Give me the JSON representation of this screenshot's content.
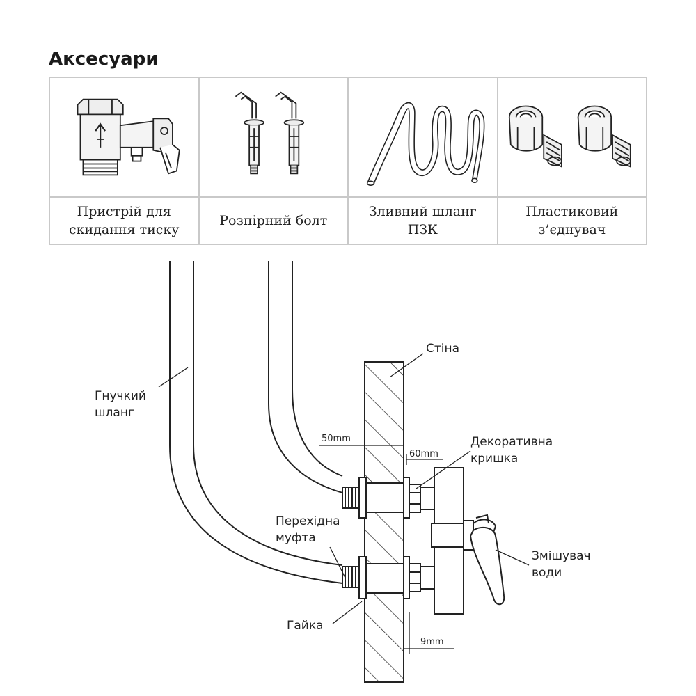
{
  "title": "Аксесуари",
  "accessories": [
    {
      "icon": "pressure-relief-valve-icon",
      "label_lines": [
        "Пристрій для",
        "скидання тиску"
      ]
    },
    {
      "icon": "expansion-bolt-icon",
      "label_lines": [
        "Розпірний болт"
      ]
    },
    {
      "icon": "drain-hose-icon",
      "label_lines": [
        "Зливний шланг",
        "ПЗК"
      ]
    },
    {
      "icon": "plastic-connector-icon",
      "label_lines": [
        "Пластиковий",
        "з’єднувач"
      ]
    }
  ],
  "diagram": {
    "labels": {
      "wall": "Стіна",
      "flexible_hose": [
        "Гнучкий",
        "шланг"
      ],
      "decorative_cover": [
        "Декоративна",
        "кришка"
      ],
      "adapter": [
        "Перехідна",
        "муфта"
      ],
      "mixer": [
        "Змішувач",
        "води"
      ],
      "nut": "Гайка"
    },
    "dimensions": {
      "d1": "50mm",
      "d2": "60mm",
      "d3": "9mm"
    }
  }
}
